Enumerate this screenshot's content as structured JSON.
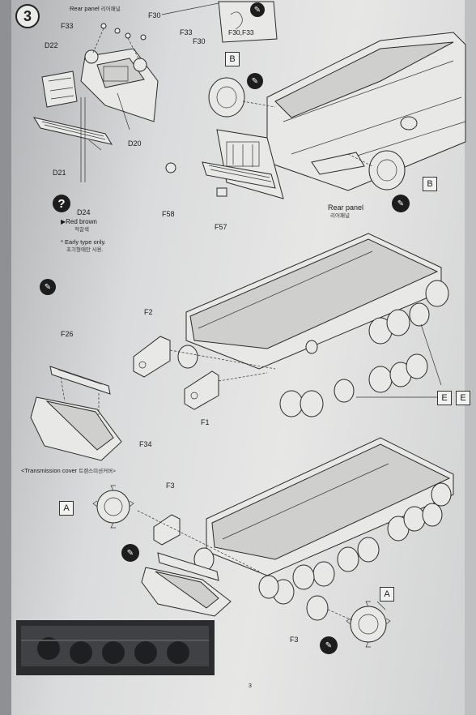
{
  "step": {
    "number": "3"
  },
  "labels": {
    "rear_panel_top": "Rear panel",
    "rear_panel_top_kr": "리어패널",
    "f33_a": "F33",
    "f30_a": "F30",
    "f33_b": "F33",
    "f30_b": "F30",
    "d22": "D22",
    "d20": "D20",
    "d21": "D21",
    "d24": "D24",
    "callout_f30_f33": "F30,F33",
    "f58": "F58",
    "f57": "F57",
    "rear_panel_right": "Rear panel",
    "rear_panel_right_kr": "리어패널",
    "f2": "F2",
    "f1": "F1",
    "f26": "F26",
    "f34": "F34",
    "f3_top": "F3",
    "f3_bottom": "F3",
    "transmission_cover": "<Transmission cover",
    "transmission_cover_kr": "트랜스미션커버>",
    "box_b_top": "B",
    "box_b_right": "B",
    "box_e1": "E",
    "box_e2": "E",
    "box_a_left": "A",
    "box_a_right": "A",
    "page_number": "3"
  },
  "notes": {
    "help_icon": "?",
    "color_note": "Red brown",
    "color_note_kr": "적갈색",
    "early_type": "Early type only.",
    "early_type_kr": "초기형에만 사용."
  },
  "icons": [
    "help-icon",
    "glue-icon",
    "glue-bottle-icon"
  ]
}
